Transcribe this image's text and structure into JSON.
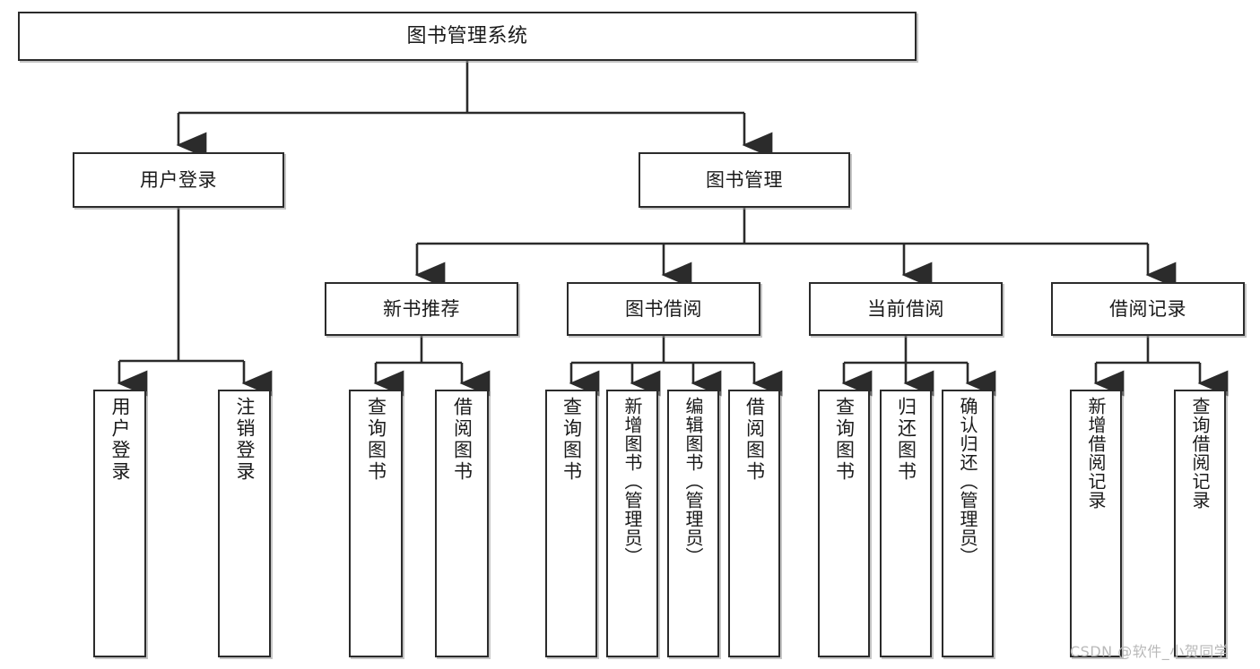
{
  "diagram": {
    "title": "图书管理系统",
    "type": "功能结构图",
    "line_color": "#2b2b2b",
    "box_fill": "#ffffff",
    "text_color": "#1a1a1a",
    "watermark": "CSDN @软件_小贺同学"
  },
  "nodes": {
    "root": {
      "label": "图书管理系统"
    },
    "level2": [
      {
        "label": "用户登录"
      },
      {
        "label": "图书管理"
      }
    ],
    "level3": [
      {
        "label": "新书推荐"
      },
      {
        "label": "图书借阅"
      },
      {
        "label": "当前借阅"
      },
      {
        "label": "借阅记录"
      }
    ],
    "leaves": {
      "user_login": [
        {
          "label": "用户登录"
        },
        {
          "label": "注销登录"
        }
      ],
      "new_book_recommend": [
        {
          "label": "查询图书"
        },
        {
          "label": "借阅图书"
        }
      ],
      "book_borrow": [
        {
          "label": "查询图书"
        },
        {
          "label": "新增图书（管理员）"
        },
        {
          "label": "编辑图书（管理员）"
        },
        {
          "label": "借阅图书"
        }
      ],
      "current_borrow": [
        {
          "label": "查询图书"
        },
        {
          "label": "归还图书"
        },
        {
          "label": "确认归还（管理员）"
        }
      ],
      "borrow_records": [
        {
          "label": "新增借阅记录"
        },
        {
          "label": "查询借阅记录"
        }
      ]
    }
  },
  "chart_data": {
    "type": "tree",
    "title": "图书管理系统",
    "root": "图书管理系统",
    "edges": [
      [
        "图书管理系统",
        "用户登录"
      ],
      [
        "图书管理系统",
        "图书管理"
      ],
      [
        "用户登录",
        "用户登录"
      ],
      [
        "用户登录",
        "注销登录"
      ],
      [
        "图书管理",
        "新书推荐"
      ],
      [
        "图书管理",
        "图书借阅"
      ],
      [
        "图书管理",
        "当前借阅"
      ],
      [
        "图书管理",
        "借阅记录"
      ],
      [
        "新书推荐",
        "查询图书"
      ],
      [
        "新书推荐",
        "借阅图书"
      ],
      [
        "图书借阅",
        "查询图书"
      ],
      [
        "图书借阅",
        "新增图书（管理员）"
      ],
      [
        "图书借阅",
        "编辑图书（管理员）"
      ],
      [
        "图书借阅",
        "借阅图书"
      ],
      [
        "当前借阅",
        "查询图书"
      ],
      [
        "当前借阅",
        "归还图书"
      ],
      [
        "当前借阅",
        "确认归还（管理员）"
      ],
      [
        "借阅记录",
        "新增借阅记录"
      ],
      [
        "借阅记录",
        "查询借阅记录"
      ]
    ],
    "levels": 4
  }
}
